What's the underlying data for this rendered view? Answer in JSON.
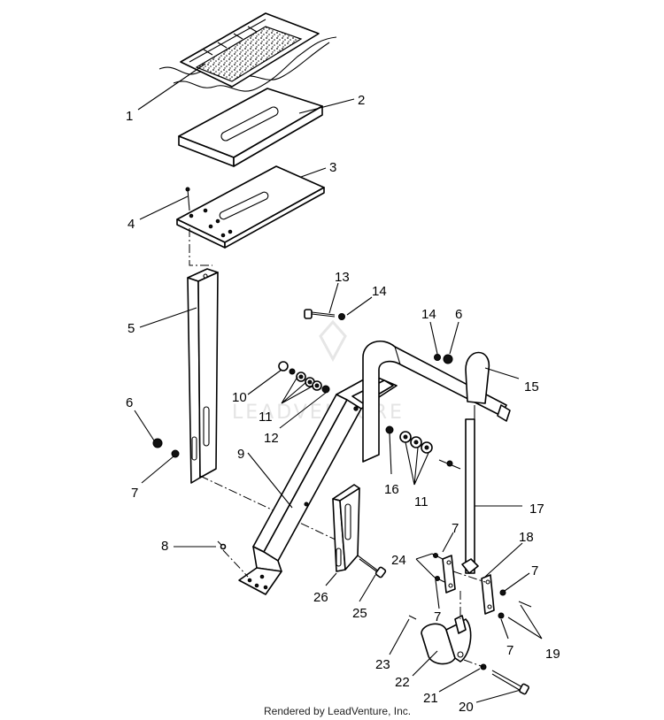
{
  "diagram": {
    "watermark": "LEADVENTURE",
    "credit": "Rendered by LeadVenture, Inc.",
    "callouts": [
      "1",
      "2",
      "3",
      "4",
      "5",
      "6",
      "7",
      "8",
      "9",
      "10",
      "11",
      "12",
      "13",
      "14",
      "14",
      "6",
      "15",
      "16",
      "11",
      "17",
      "7",
      "24",
      "18",
      "7",
      "26",
      "25",
      "7",
      "7",
      "19",
      "23",
      "22",
      "21",
      "20"
    ]
  }
}
